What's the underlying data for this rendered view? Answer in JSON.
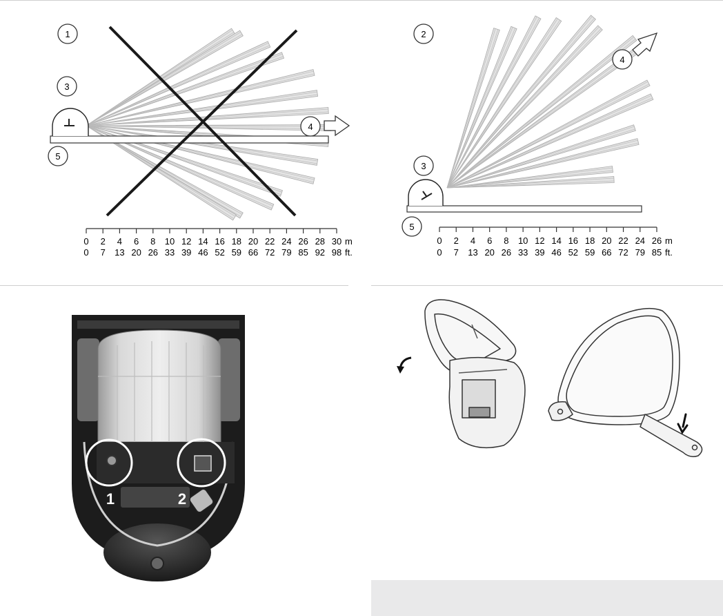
{
  "diagram_left": {
    "callouts": [
      "1",
      "3",
      "4",
      "5"
    ],
    "scale": {
      "meters": [
        "0",
        "2",
        "4",
        "6",
        "8",
        "10",
        "12",
        "14",
        "16",
        "18",
        "20",
        "22",
        "24",
        "26",
        "28",
        "30"
      ],
      "meters_unit": "m",
      "feet": [
        "0",
        "7",
        "13",
        "20",
        "26",
        "33",
        "39",
        "46",
        "52",
        "59",
        "66",
        "72",
        "79",
        "85",
        "92",
        "98"
      ],
      "feet_unit": "ft."
    }
  },
  "diagram_right": {
    "callouts": [
      "2",
      "3",
      "4",
      "5"
    ],
    "scale": {
      "meters": [
        "0",
        "2",
        "4",
        "6",
        "8",
        "10",
        "12",
        "14",
        "16",
        "18",
        "20",
        "22",
        "24",
        "26"
      ],
      "meters_unit": "m",
      "feet": [
        "0",
        "7",
        "13",
        "20",
        "26",
        "33",
        "39",
        "46",
        "52",
        "59",
        "66",
        "72",
        "79",
        "85"
      ],
      "feet_unit": "ft."
    }
  },
  "photo": {
    "markers": [
      "1",
      "2"
    ]
  },
  "colors": {
    "separator": "#cfcfcf",
    "panel": "#e9e9ea",
    "beam": "#cfcfcf",
    "cross": "#1a1a1a"
  }
}
